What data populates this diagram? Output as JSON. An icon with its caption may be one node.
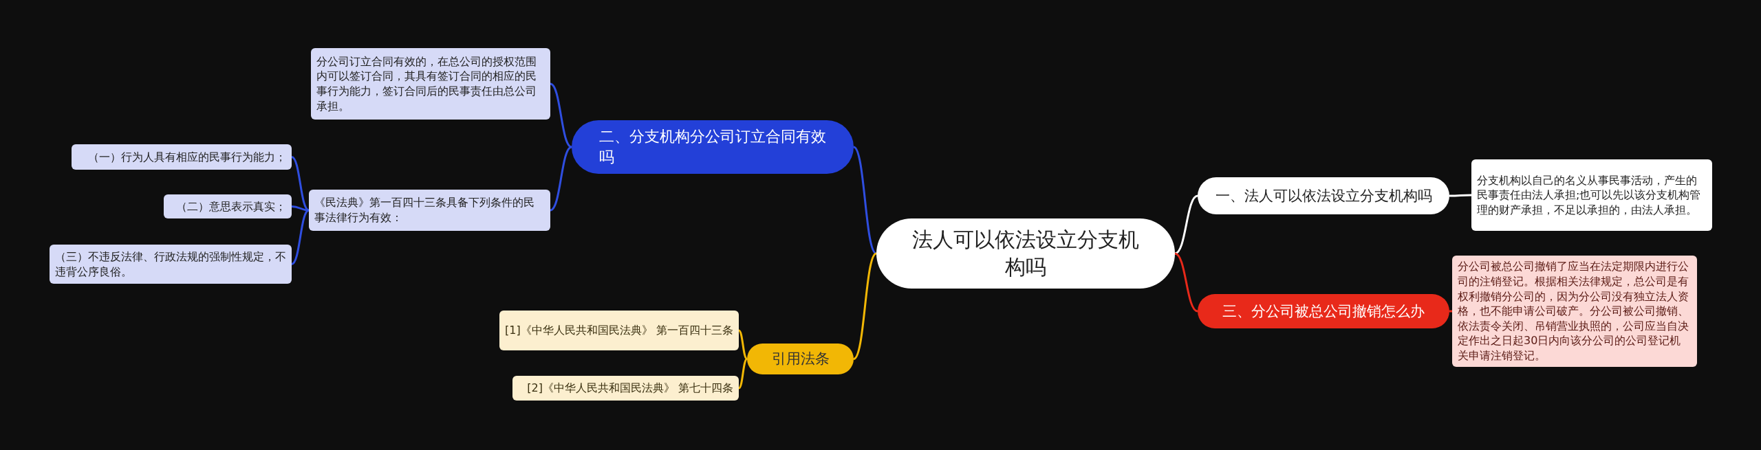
{
  "diagram": {
    "nodes": [
      {
        "text": [
          "法人可以依法设立分支机构吗"
        ]
      },
      {
        "text": [
          "一、法人可以依法设立分支机构吗"
        ]
      },
      {
        "text": [
          "分支机构以自己的名义从事民事活动，产生的民事责任由法人承担;也可以先以该分支机构管理的财产承担，不足以承担的，由法人承担。"
        ]
      },
      {
        "text": [
          "二、分支机构分公司订立合同有效吗"
        ]
      },
      {
        "text": [
          "分公司订立合同有效的，在总公司的授权范围内可以签订合同，其具有签订合同的相应的民事行为能力，签订合同后的民事责任由总公司承担。"
        ]
      },
      {
        "text": [
          "《民法典》第一百四十三条具备下列条件的民事法律行为有效："
        ]
      },
      {
        "text": [
          "（一）行为人具有相应的民事行为能力；"
        ]
      },
      {
        "text": [
          "（二）意思表示真实；"
        ]
      },
      {
        "text": [
          "（三）不违反法律、行政法规的强制性规定，不违背公序良俗。"
        ]
      },
      {
        "text": [
          "三、分公司被总公司撤销怎么办"
        ]
      },
      {
        "text": [
          "分公司被总公司撤销了应当在法定期限内进行公司的注销登记。根据相关法律规定，总公司是有权利撤销分公司的，因为分公司没有独立法人资格，也不能申请公司破产。分公司被公司撤销、依法责令关闭、吊销营业执照的，公司应当自决定作出之日起30日内向该分公司的公司登记机关申请注销登记。"
        ]
      },
      {
        "text": [
          "引用法条"
        ]
      },
      {
        "text": [
          "[1]《中华人民共和国民法典》 第一百四十三条"
        ]
      },
      {
        "text": [
          "[2]《中华人民共和国民法典》 第七十四条"
        ]
      }
    ],
    "edges": [
      {
        "from": 0,
        "to": 1,
        "arrow": "none",
        "color": "#ffffff"
      },
      {
        "from": 1,
        "to": 2,
        "arrow": "none",
        "color": "#ffffff"
      },
      {
        "from": 0,
        "to": 3,
        "arrow": "none"
      },
      {
        "from": 3,
        "to": 4,
        "arrow": "none"
      },
      {
        "from": 3,
        "to": 5,
        "arrow": "none"
      },
      {
        "from": 5,
        "to": 6,
        "arrow": "none"
      },
      {
        "from": 5,
        "to": 7,
        "arrow": "none"
      },
      {
        "from": 5,
        "to": 8,
        "arrow": "none"
      },
      {
        "from": 0,
        "to": 9,
        "arrow": "none",
        "color": "#e8291a"
      },
      {
        "from": 9,
        "to": 10,
        "arrow": "none",
        "color": "#e8291a"
      },
      {
        "from": 0,
        "to": 11,
        "arrow": "none",
        "color": "#f2b705"
      },
      {
        "from": 11,
        "to": 12,
        "arrow": "none",
        "color": "#f2b705"
      },
      {
        "from": 11,
        "to": 13,
        "arrow": "none",
        "color": "#f2b705"
      }
    ]
  }
}
